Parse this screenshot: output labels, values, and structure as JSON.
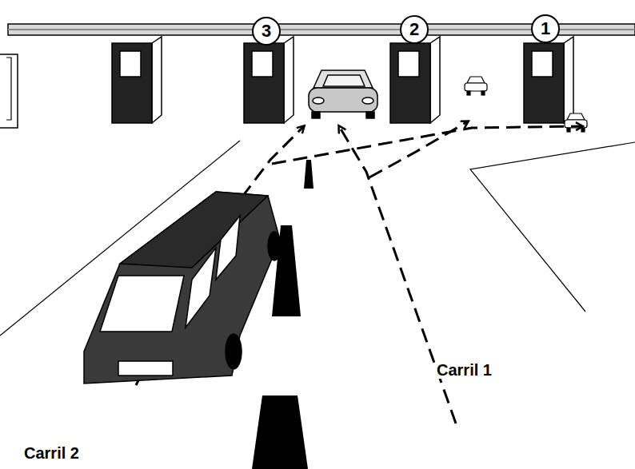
{
  "diagram": {
    "nodes": [
      {
        "text": [
          "3"
        ]
      },
      {
        "text": [
          "2"
        ]
      },
      {
        "text": [
          "1"
        ]
      }
    ],
    "labels": [
      "Carril 1",
      "Carril 2"
    ]
  }
}
